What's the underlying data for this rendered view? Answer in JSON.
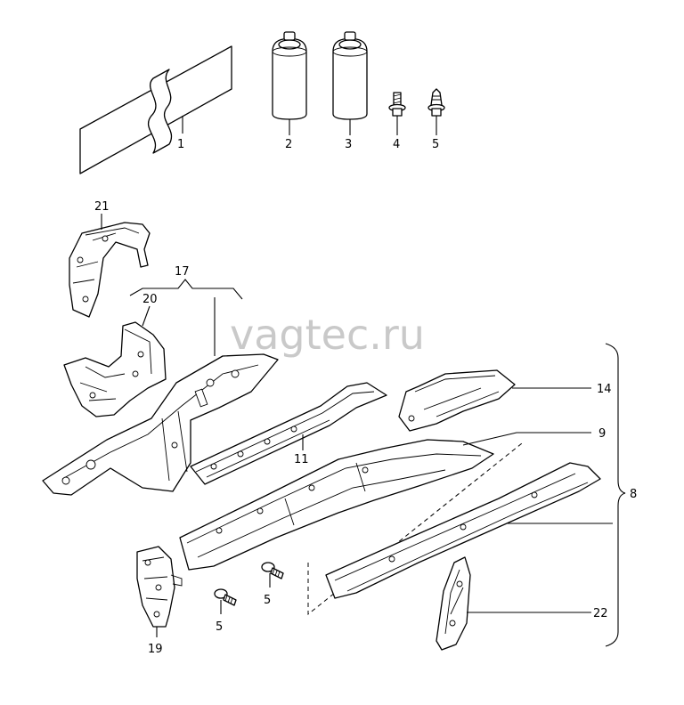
{
  "watermark": "vagtec.ru",
  "callouts": {
    "c1": "1",
    "c2": "2",
    "c3": "3",
    "c4": "4",
    "c5a": "5",
    "c5b": "5",
    "c5c": "5",
    "c8": "8",
    "c9": "9",
    "c11": "11",
    "c14": "14",
    "c17": "17",
    "c19": "19",
    "c20": "20",
    "c21": "21",
    "c22": "22"
  }
}
